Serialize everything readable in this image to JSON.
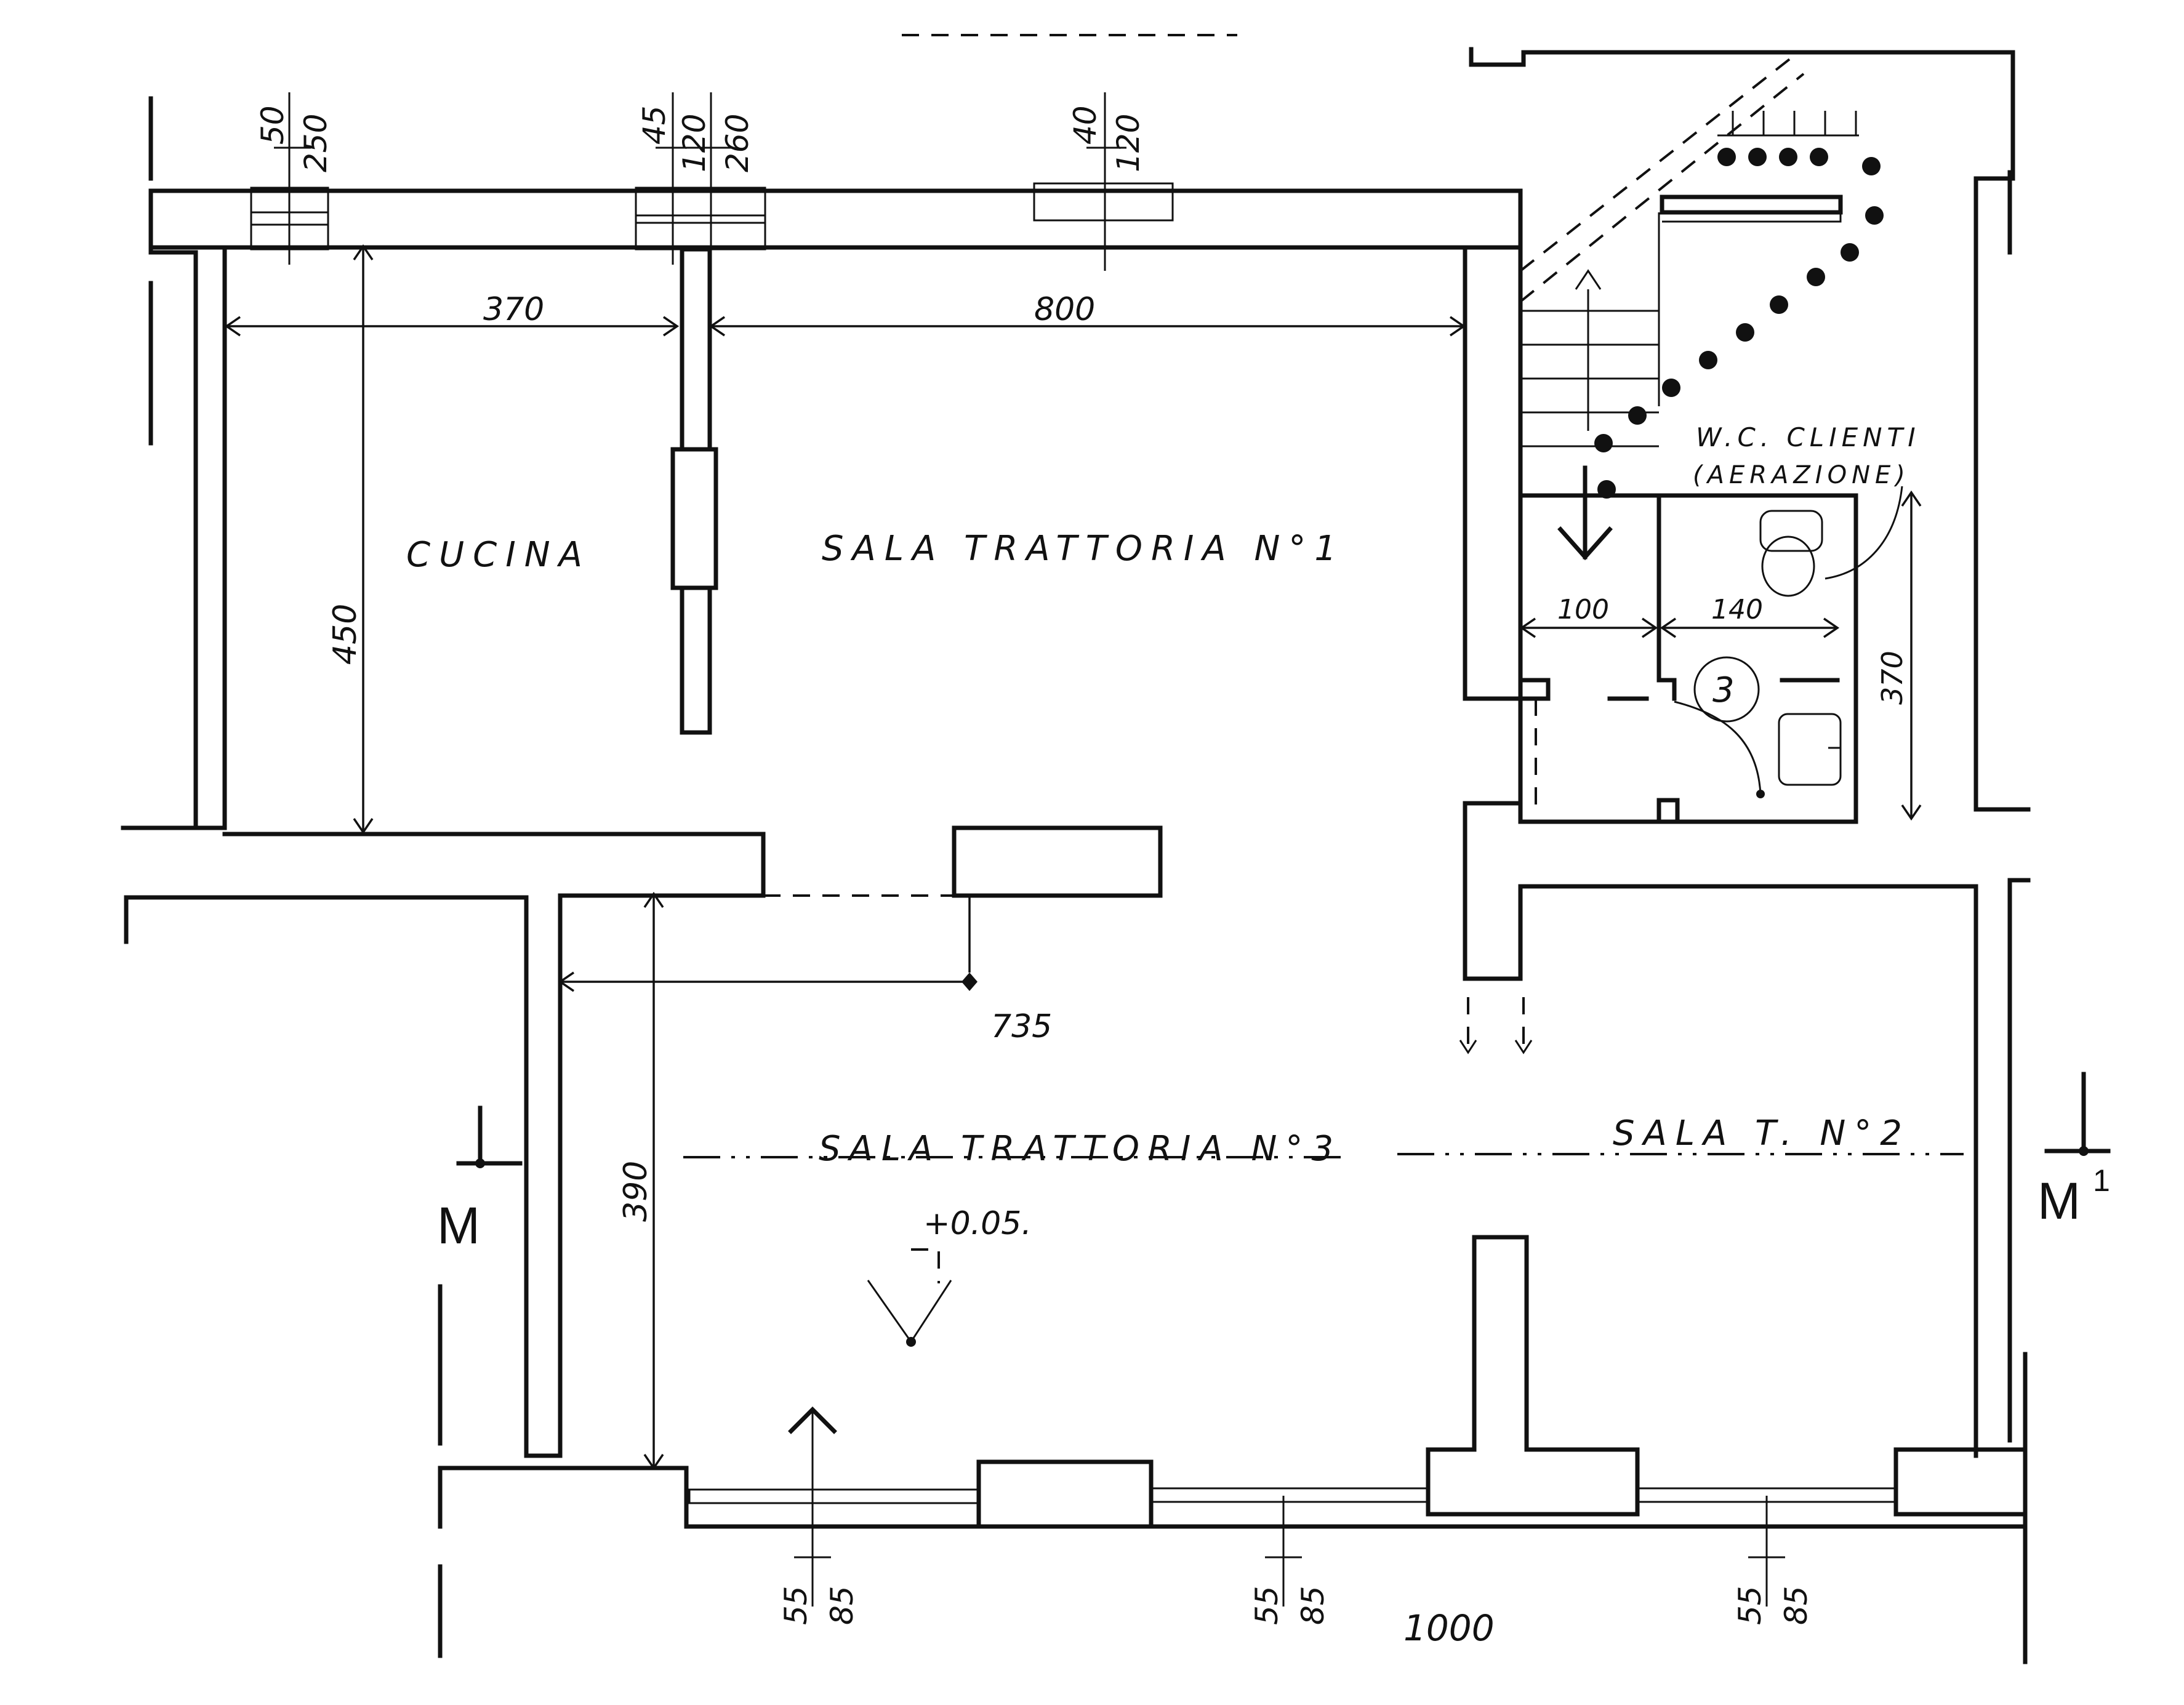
{
  "rooms": {
    "kitchen": "CUCINA",
    "room1": "SALA TRATTORIA N°1",
    "room3": "SALA TRATTORIA N°3",
    "room2": "SALA T. N°2",
    "wc_line1": "W.C. CLIENTI",
    "wc_line2": "(AERAZIONE)"
  },
  "dimensions": {
    "kitchen_width": "370",
    "room1_width": "800",
    "kitchen_depth": "450",
    "room3_offset": "735",
    "room3_depth": "390",
    "wc_passage": "100",
    "wc_room": "140",
    "wc_depth": "370",
    "total_length": "1000",
    "level": "+0.05."
  },
  "openings_top": [
    {
      "sill": "50",
      "height": "250"
    },
    {
      "sill": "45",
      "height": "120",
      "extra": "260"
    },
    {
      "sill": "40",
      "height": "120"
    }
  ],
  "openings_bottom": [
    {
      "sill": "55",
      "height": "85"
    },
    {
      "sill": "55",
      "height": "85"
    },
    {
      "sill": "55",
      "height": "85"
    }
  ],
  "section_marks": {
    "left": "M",
    "right": "M",
    "right_sup": "1"
  },
  "fixture_number": "3"
}
